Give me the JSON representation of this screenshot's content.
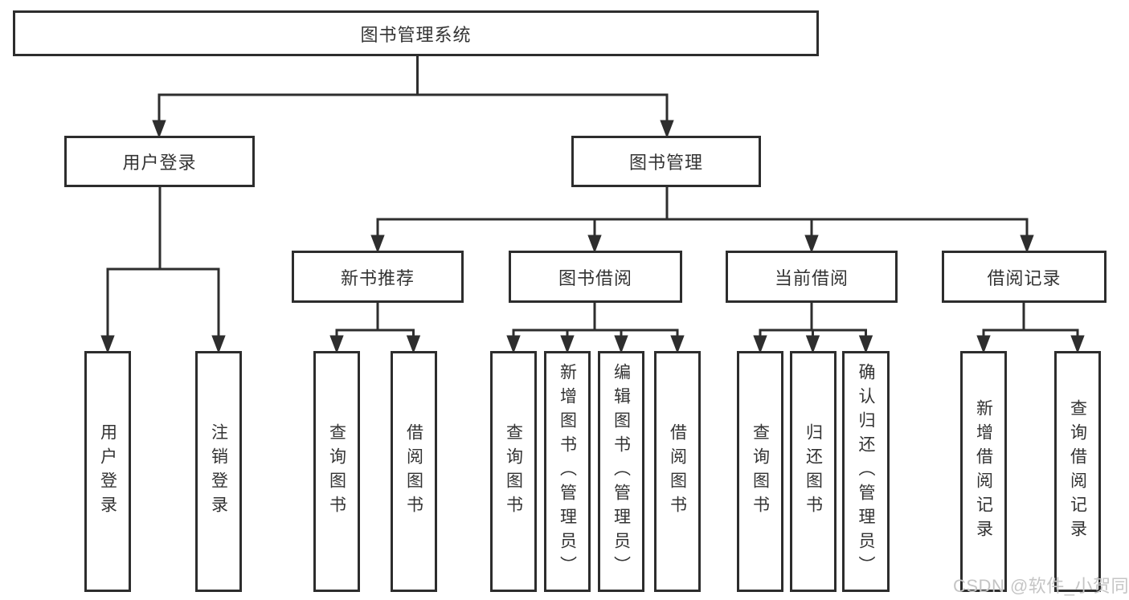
{
  "diagram": {
    "root": {
      "label": "图书管理系统"
    },
    "children": [
      {
        "label": "用户登录",
        "children": [
          {
            "label": "用户登录"
          },
          {
            "label": "注销登录"
          }
        ]
      },
      {
        "label": "图书管理",
        "children": [
          {
            "label": "新书推荐",
            "children": [
              {
                "label": "查询图书"
              },
              {
                "label": "借阅图书"
              }
            ]
          },
          {
            "label": "图书借阅",
            "children": [
              {
                "label": "查询图书"
              },
              {
                "label": "新增图书（管理员）"
              },
              {
                "label": "编辑图书（管理员）"
              },
              {
                "label": "借阅图书"
              }
            ]
          },
          {
            "label": "当前借阅",
            "children": [
              {
                "label": "查询图书"
              },
              {
                "label": "归还图书"
              },
              {
                "label": "确认归还（管理员）"
              }
            ]
          },
          {
            "label": "借阅记录",
            "children": [
              {
                "label": "新增借阅记录"
              },
              {
                "label": "查询借阅记录"
              }
            ]
          }
        ]
      }
    ]
  },
  "watermark": {
    "text": "CSDN @软件_小贺同学"
  },
  "colors": {
    "line": "#2e2e2e",
    "text": "#333333",
    "box_fill": "#ffffff",
    "watermark": "#c5c5c5"
  }
}
